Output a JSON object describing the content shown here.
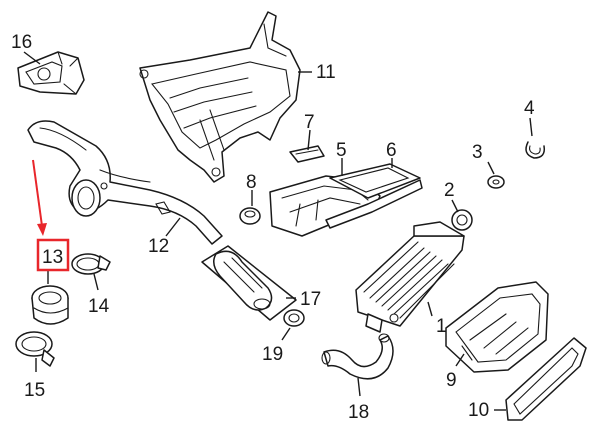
{
  "callouts": {
    "c1": "1",
    "c2": "2",
    "c3": "3",
    "c4": "4",
    "c5": "5",
    "c6": "6",
    "c7": "7",
    "c8": "8",
    "c9": "9",
    "c10": "10",
    "c11": "11",
    "c12": "12",
    "c13": "13",
    "c14": "14",
    "c15": "15",
    "c16": "16",
    "c17": "17",
    "c18": "18",
    "c19": "19"
  },
  "highlight": {
    "callout": "13",
    "color": "#e8262b"
  },
  "colors": {
    "line": "#1a1a1a",
    "background": "#ffffff"
  }
}
